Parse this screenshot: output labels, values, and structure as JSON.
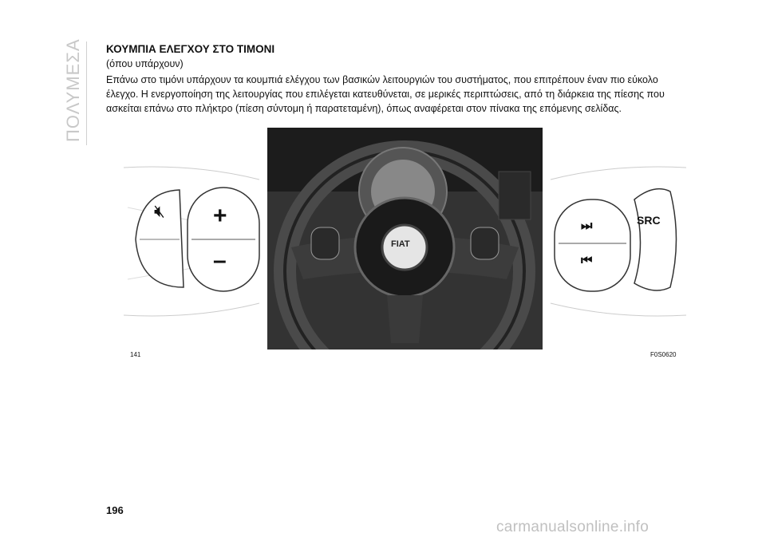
{
  "section_tab": "ΠΟΛΥΜΕΣΑ",
  "heading": "ΚΟΥΜΠΙΑ ΕΛΕΓΧΟΥ ΣΤΟ ΤΙΜΟΝΙ",
  "subheading": "(όπου υπάρχουν)",
  "body": "Επάνω στο τιμόνι υπάρχουν τα κουμπιά ελέγχου των βασικών λειτουργιών του συστήματος, που επιτρέπουν έναν πιο εύκολο έλεγχο. Η ενεργοποίηση της λειτουργίας που επιλέγεται κατευθύνεται, σε μερικές περιπτώσεις, από τη διάρκεια της πίεσης που ασκείται επάνω στο πλήκτρο (πίεση σύντομη ή παρατεταμένη), όπως αναφέρεται στον πίνακα της επόμενης σελίδας.",
  "figure": {
    "number": "141",
    "code": "F0S0620",
    "left_buttons": {
      "plus": "+",
      "minus": "–",
      "mute_icon": "mute-icon"
    },
    "right_buttons": {
      "next_icon": "skip-forward-icon",
      "prev_icon": "skip-back-icon",
      "src": "SRC"
    },
    "logo_text": "FIAT"
  },
  "page_number": "196",
  "watermark": "carmanualsonline.info"
}
